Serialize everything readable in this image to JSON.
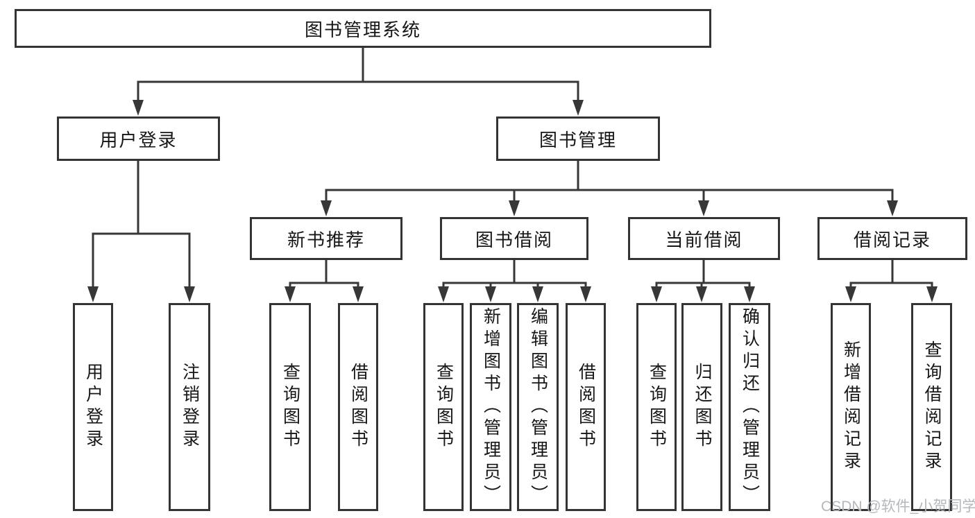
{
  "nodes": {
    "root": "图书管理系统",
    "level2": [
      "用户登录",
      "图书管理"
    ],
    "level3": [
      "新书推荐",
      "图书借阅",
      "当前借阅",
      "借阅记录"
    ],
    "leaves": [
      "用户登录",
      "注销登录",
      "查询图书",
      "借阅图书",
      "查询图书",
      "新增图书（管理员）",
      "编辑图书（管理员）",
      "借阅图书",
      "查询图书",
      "归还图书",
      "确认归还（管理员）",
      "新增借阅记录",
      "查询借阅记录"
    ]
  },
  "structure": {
    "图书管理系统": {
      "用户登录": [
        "用户登录",
        "注销登录"
      ],
      "图书管理": {
        "新书推荐": [
          "查询图书",
          "借阅图书"
        ],
        "图书借阅": [
          "查询图书",
          "新增图书（管理员）",
          "编辑图书（管理员）",
          "借阅图书"
        ],
        "当前借阅": [
          "查询图书",
          "归还图书",
          "确认归还（管理员）"
        ],
        "借阅记录": [
          "新增借阅记录",
          "查询借阅记录"
        ]
      }
    }
  },
  "watermark": {
    "text": "CSDN @软件_小贺同学"
  },
  "colors": {
    "line": "#373737",
    "box_border": "#343434",
    "text": "#161616",
    "background": "#ffffff",
    "watermark": "#b4b8bc"
  }
}
